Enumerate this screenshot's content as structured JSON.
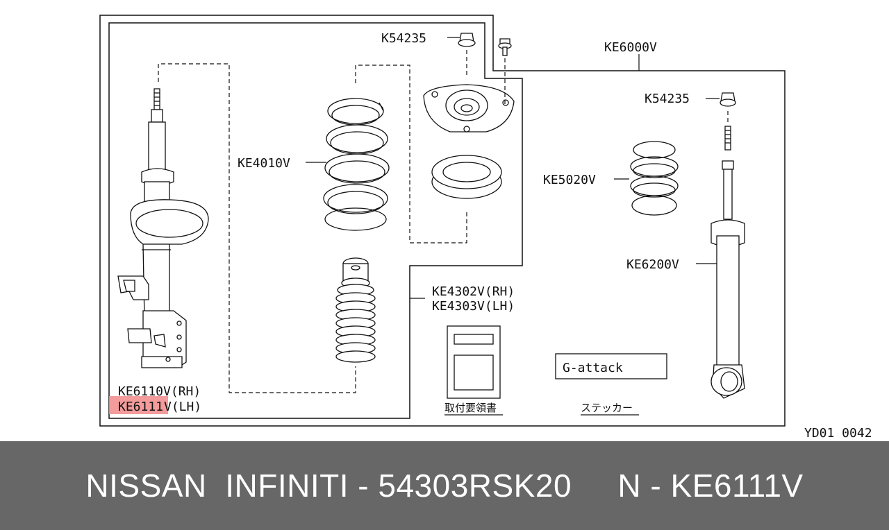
{
  "labels": {
    "k54235_left": "K54235",
    "ke6000v": "KE6000V",
    "k54235_right": "K54235",
    "ke4010v": "KE4010V",
    "ke5020v": "KE5020V",
    "ke6200v": "KE6200V",
    "ke4302v": "KE4302V(RH)",
    "ke4303v": "KE4303V(LH)",
    "ke6110v": "KE6110V(RH)",
    "ke6111_part": "KE6111",
    "ke6111_suffix": "V(LH)",
    "instructions": "取付要領書",
    "sticker": "ステッカー",
    "g_attack": "G-attack",
    "diagram_code": "YD01 0042"
  },
  "highlight_color": "#f28b8b",
  "banner": {
    "text": "NISSAN  INFINITI - 54303RSK20     N - KE6111V",
    "background": "#676767",
    "color": "#ffffff"
  }
}
